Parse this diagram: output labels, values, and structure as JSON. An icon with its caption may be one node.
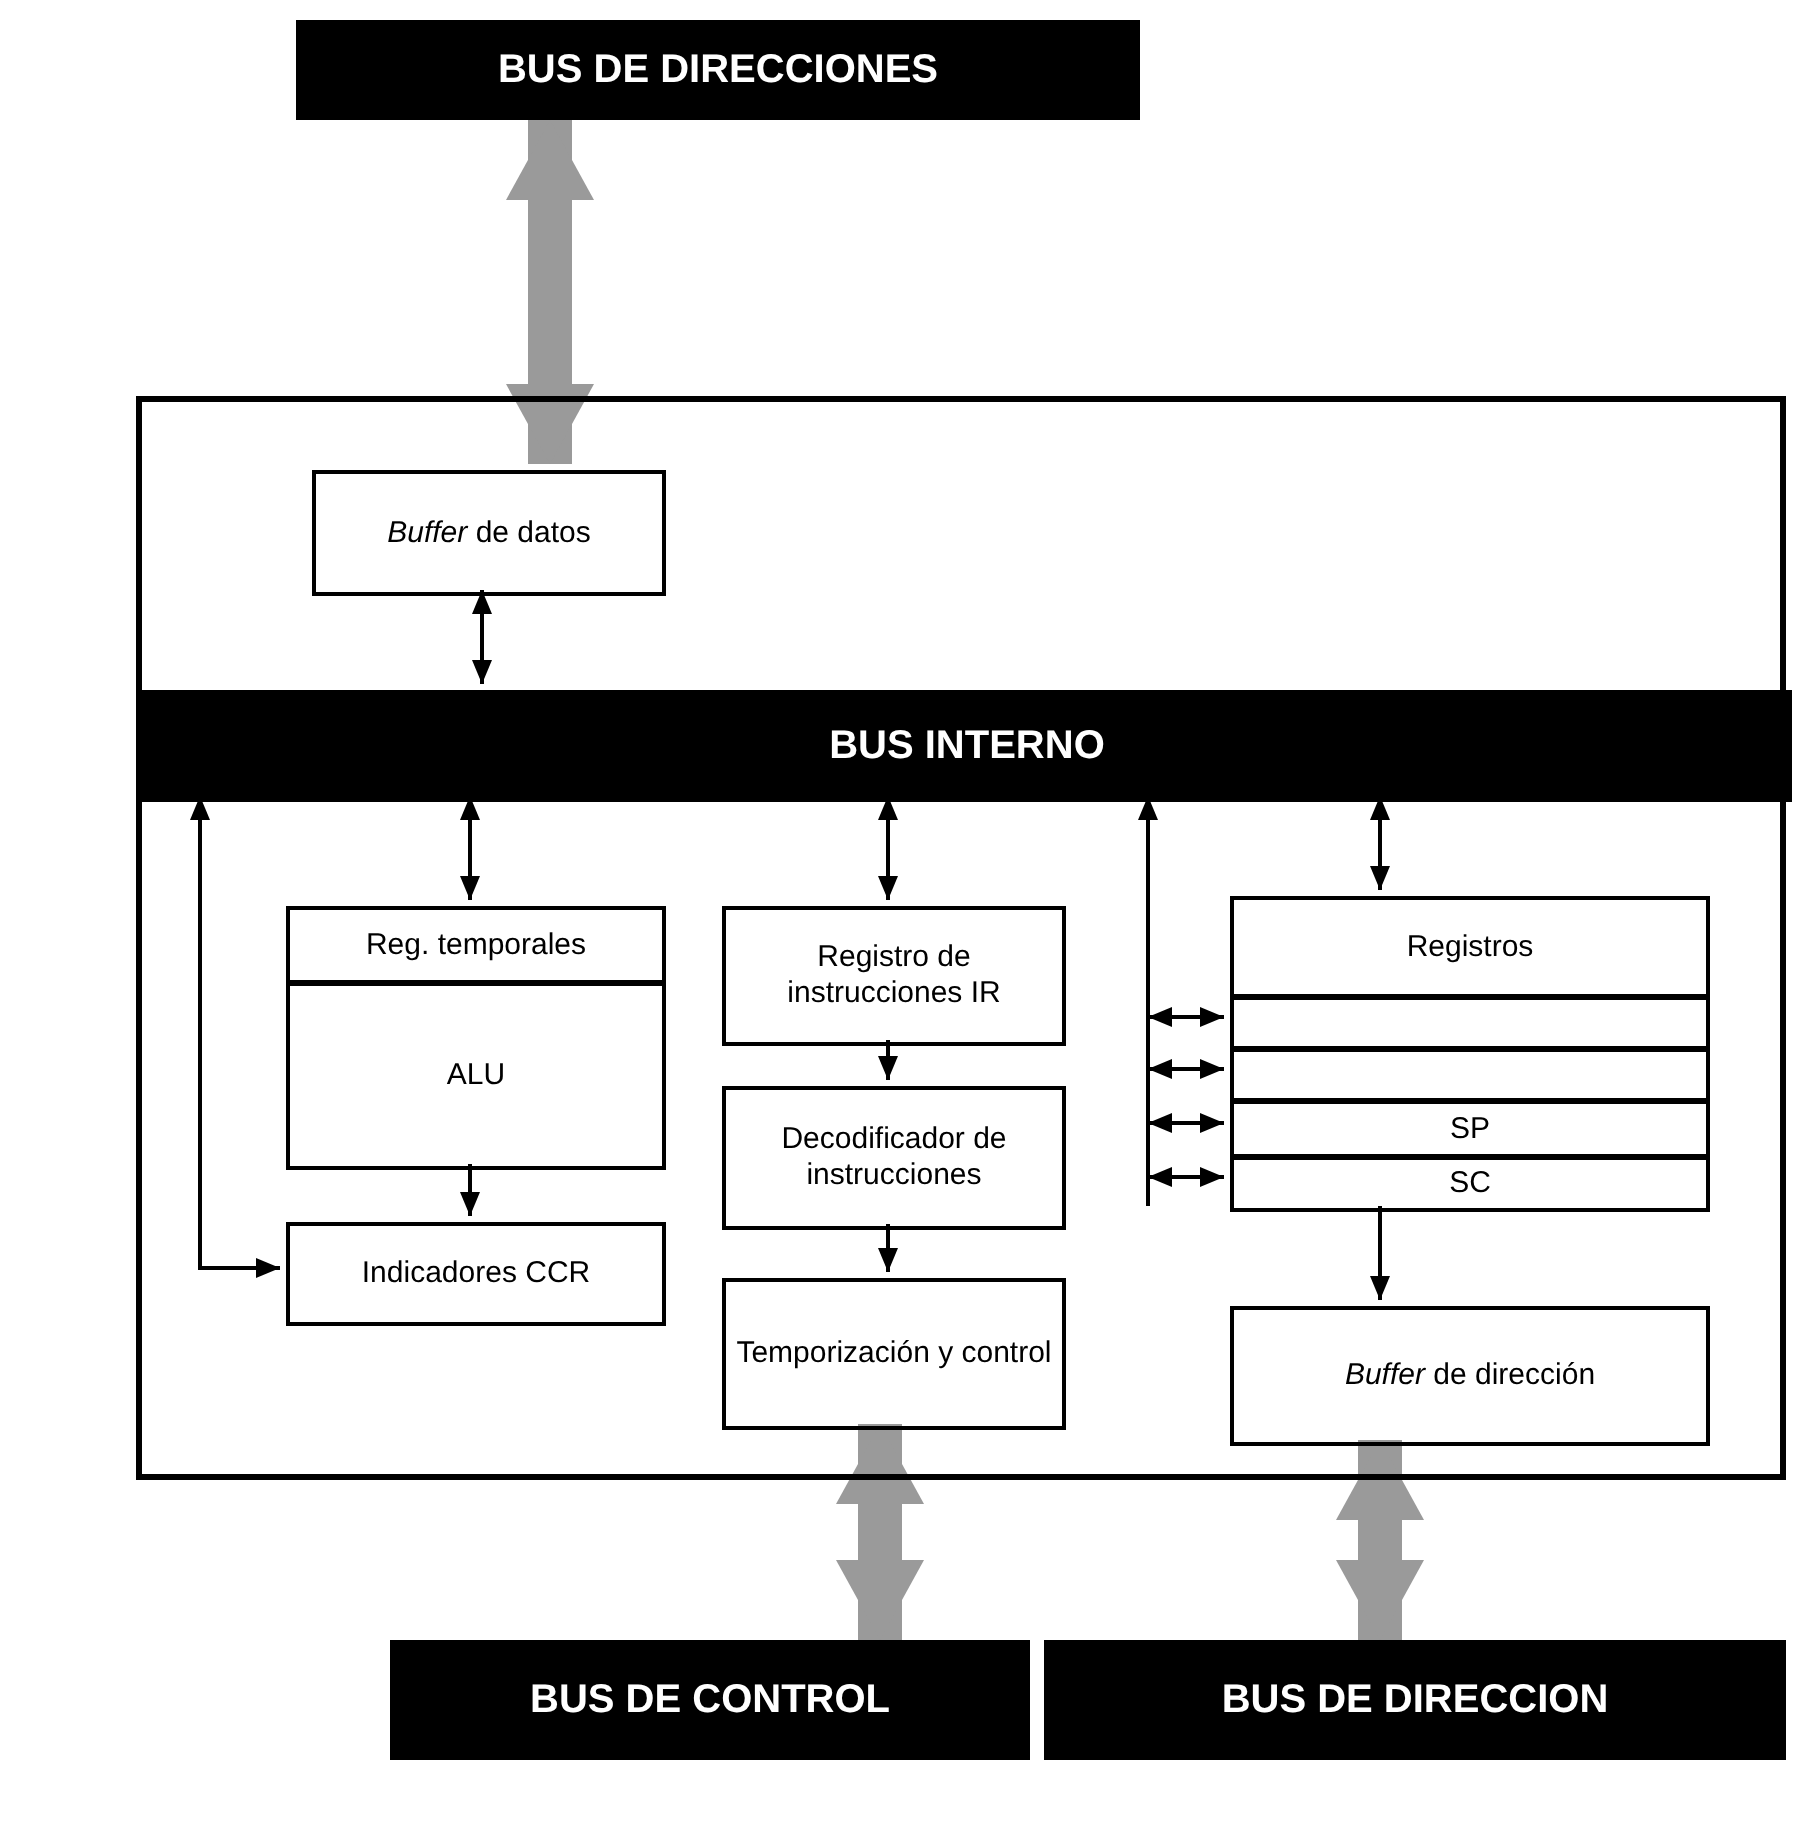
{
  "diagram": {
    "nodes": [
      {
        "text": [
          "BUS DE DIRECCIONES"
        ]
      },
      {
        "text": [],
        "shape": "box"
      },
      {
        "text": [
          "*Buffer* de datos"
        ],
        "in": 1
      },
      {
        "text": [
          "BUS INTERNO"
        ],
        "in": 1
      },
      {
        "text": [
          "Reg. temporales"
        ],
        "in": 1
      },
      {
        "text": [
          "ALU"
        ],
        "in": 1
      },
      {
        "text": [
          "Indicadores CCR"
        ],
        "in": 1
      },
      {
        "text": [
          "Registro de instrucciones IR"
        ],
        "in": 1
      },
      {
        "text": [
          "Decodificador de instrucciones"
        ],
        "in": 1
      },
      {
        "text": [
          "Temporización y control"
        ],
        "in": 1
      },
      {
        "text": [
          "Registros"
        ],
        "in": 1
      },
      {
        "text": [],
        "shape": "box",
        "in": 1
      },
      {
        "text": [],
        "shape": "box",
        "in": 1
      },
      {
        "text": [
          "SP"
        ],
        "in": 1
      },
      {
        "text": [
          "SC"
        ],
        "in": 1
      },
      {
        "text": [
          "*Buffer* de dirección"
        ],
        "in": 1
      },
      {
        "text": [
          "BUS DE CONTROL"
        ]
      },
      {
        "text": [
          "BUS DE DIRECCION"
        ]
      }
    ],
    "edges": [
      {
        "from": 0,
        "to": 2,
        "arrow": "both",
        "style": "thick",
        "color": "#9a9a9a"
      },
      {
        "from": 2,
        "to": 3,
        "arrow": "both"
      },
      {
        "from": 3,
        "to": 4,
        "arrow": "both"
      },
      {
        "from": 5,
        "to": 6,
        "arrow": "to"
      },
      {
        "from": 3,
        "to": 6,
        "arrow": "both"
      },
      {
        "from": 3,
        "to": 7,
        "arrow": "both"
      },
      {
        "from": 7,
        "to": 8,
        "arrow": "to"
      },
      {
        "from": 8,
        "to": 9,
        "arrow": "to"
      },
      {
        "from": 3,
        "to": 10,
        "arrow": "both"
      },
      {
        "from": 11,
        "to": 3,
        "arrow": "both"
      },
      {
        "from": 12,
        "to": 3,
        "arrow": "both"
      },
      {
        "from": 13,
        "to": 3,
        "arrow": "both"
      },
      {
        "from": 14,
        "to": 3,
        "arrow": "both"
      },
      {
        "from": 14,
        "to": 15,
        "arrow": "to"
      },
      {
        "from": 9,
        "to": 16,
        "arrow": "both",
        "style": "thick",
        "color": "#9a9a9a"
      },
      {
        "from": 15,
        "to": 17,
        "arrow": "both",
        "style": "thick",
        "color": "#9a9a9a"
      }
    ]
  }
}
